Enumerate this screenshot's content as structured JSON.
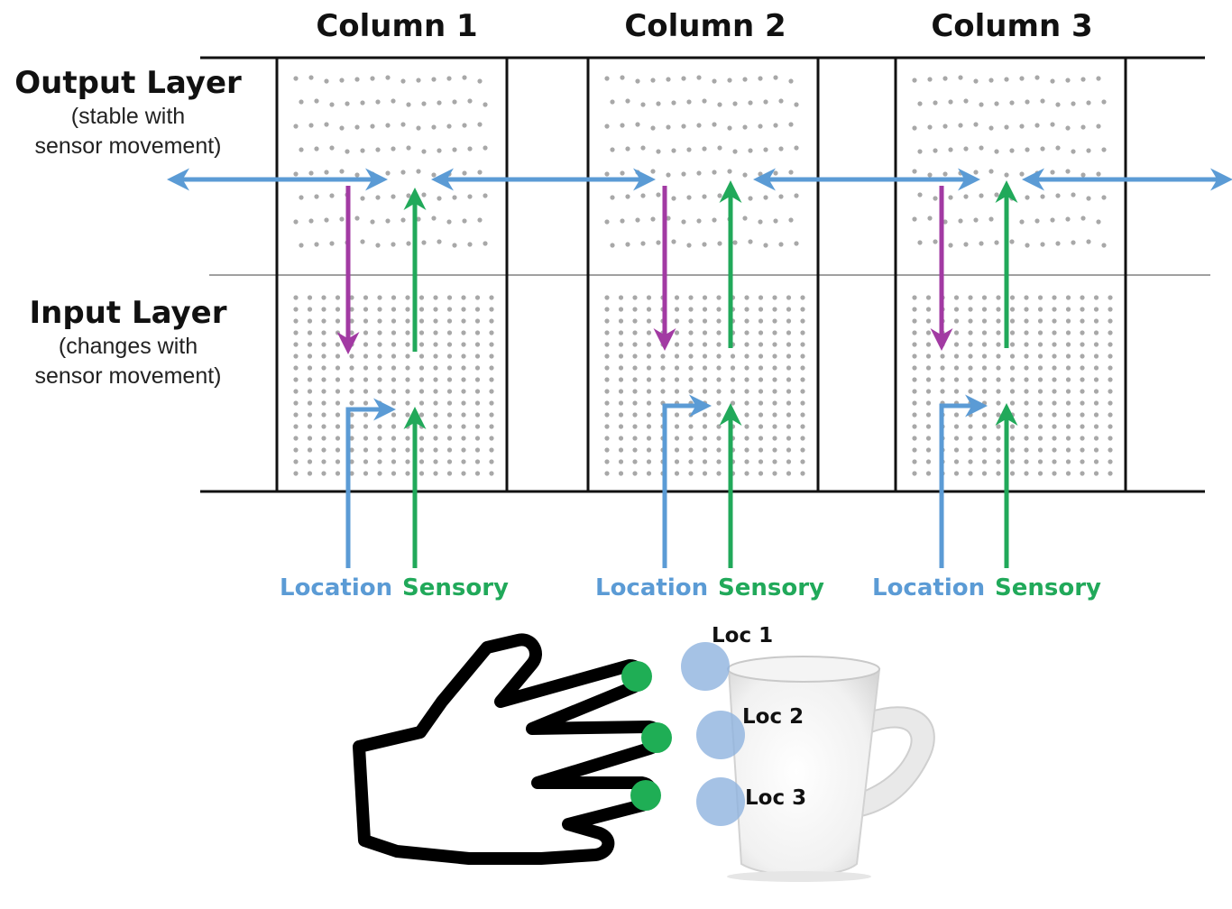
{
  "columns": [
    {
      "title": "Column 1",
      "location_label": "Location",
      "sensory_label": "Sensory"
    },
    {
      "title": "Column 2",
      "location_label": "Location",
      "sensory_label": "Sensory"
    },
    {
      "title": "Column 3",
      "location_label": "Location",
      "sensory_label": "Sensory"
    }
  ],
  "output_layer": {
    "title": "Output Layer",
    "subtitle_line1": "(stable with",
    "subtitle_line2": "sensor movement)"
  },
  "input_layer": {
    "title": "Input Layer",
    "subtitle_line1": "(changes with",
    "subtitle_line2": "sensor movement)"
  },
  "locations": [
    "Loc 1",
    "Loc 2",
    "Loc 3"
  ],
  "colors": {
    "lateral_arrow": "#5b9bd5",
    "feedback_arrow": "#a23aa3",
    "sensory_arrow": "#21a95a",
    "location_arrow": "#5b9bd5",
    "neuron_dot": "#a8a8a8",
    "fingertip": "#1fae55",
    "location_marker": "#8fb3df"
  },
  "icons": [
    "hand-icon",
    "mug-icon"
  ]
}
